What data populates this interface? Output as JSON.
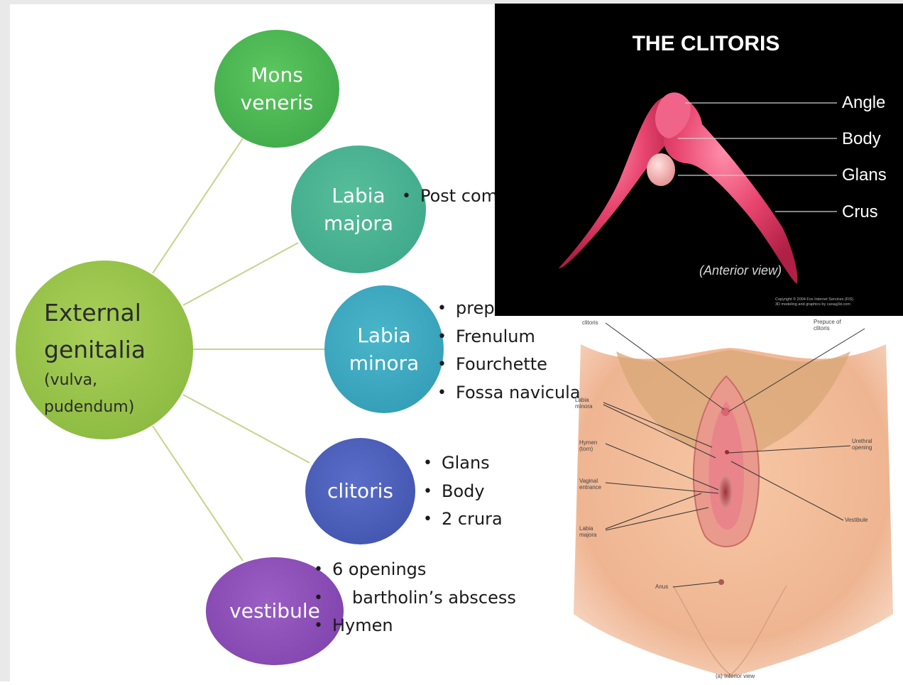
{
  "center": {
    "line1": "External",
    "line2": "genitalia",
    "line3": "(vulva,",
    "line4": "pudendum)"
  },
  "branches": {
    "mons": {
      "line1": "Mons",
      "line2": "veneris"
    },
    "labia_majora": {
      "line1": "Labia",
      "line2": "majora",
      "notes": [
        "Post com"
      ]
    },
    "labia_minora": {
      "line1": "Labia",
      "line2": "minora",
      "notes": [
        "prep",
        "Frenulum",
        "Fourchette",
        "Fossa navicularis"
      ]
    },
    "clitoris": {
      "label": "clitoris",
      "notes": [
        "Glans",
        "Body",
        "2 crura"
      ]
    },
    "vestibule": {
      "label": "vestibule",
      "notes": [
        "6 openings",
        "bartholin’s abscess",
        "Hymen"
      ]
    }
  },
  "colors": {
    "center": "#8dbb40",
    "mons": "#3aa347",
    "labia_majora": "#3aa488",
    "labia_minora": "#2f98b4",
    "clitoris": "#3d4fa8",
    "vestibule": "#7b3fa8",
    "connector": "#c8d28c",
    "clitoris_model": "#e8456f"
  },
  "clitoris_figure": {
    "title": "THE CLITORIS",
    "labels": [
      "Angle",
      "Body",
      "Glans",
      "Crus"
    ],
    "view": "(Anterior view)",
    "copyright_line1": "Copyright © 2004 Fox Internet Services (FIS)",
    "copyright_line2": "3D modeling and graphics by canag3d.com"
  },
  "vulva_figure": {
    "labels": {
      "clitoris": "clitoris",
      "prepuce": "Prepuce of clitoris",
      "minora": "Labia minora",
      "hymen": "Hymen (torn)",
      "vaginal": "Vaginal entrance",
      "majora": "Labia majora",
      "urethral": "Urethral opening",
      "vestibule": "Vestibule",
      "anus": "Anus"
    },
    "caption": "(a) Inferior view"
  }
}
